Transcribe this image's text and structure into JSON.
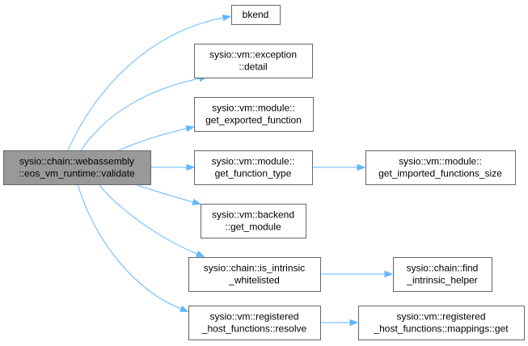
{
  "graph": {
    "root": {
      "id": "validate",
      "lines": [
        "sysio::chain::webassembly",
        "::eos_vm_runtime::validate"
      ]
    },
    "nodes": [
      {
        "id": "bkend",
        "lines": [
          "bkend"
        ]
      },
      {
        "id": "exception_detail",
        "lines": [
          "sysio::vm::exception",
          "::detail"
        ]
      },
      {
        "id": "get_exported_function",
        "lines": [
          "sysio::vm::module::",
          "get_exported_function"
        ]
      },
      {
        "id": "get_function_type",
        "lines": [
          "sysio::vm::module::",
          "get_function_type"
        ]
      },
      {
        "id": "get_imported_functions_size",
        "lines": [
          "sysio::vm::module::",
          "get_imported_functions_size"
        ]
      },
      {
        "id": "get_module",
        "lines": [
          "sysio::vm::backend",
          "::get_module"
        ]
      },
      {
        "id": "is_intrinsic_whitelisted",
        "lines": [
          "sysio::chain::is_intrinsic",
          "_whitelisted"
        ]
      },
      {
        "id": "find_intrinsic_helper",
        "lines": [
          "sysio::chain::find",
          "_intrinsic_helper"
        ]
      },
      {
        "id": "resolve",
        "lines": [
          "sysio::vm::registered",
          "_host_functions::resolve"
        ]
      },
      {
        "id": "mappings_get",
        "lines": [
          "sysio::vm::registered",
          "_host_functions::mappings::get"
        ]
      }
    ],
    "edges": [
      {
        "from": "validate",
        "to": "bkend"
      },
      {
        "from": "validate",
        "to": "exception_detail"
      },
      {
        "from": "validate",
        "to": "get_exported_function"
      },
      {
        "from": "validate",
        "to": "get_function_type"
      },
      {
        "from": "validate",
        "to": "get_module"
      },
      {
        "from": "validate",
        "to": "is_intrinsic_whitelisted"
      },
      {
        "from": "validate",
        "to": "resolve"
      },
      {
        "from": "get_function_type",
        "to": "get_imported_functions_size"
      },
      {
        "from": "is_intrinsic_whitelisted",
        "to": "find_intrinsic_helper"
      },
      {
        "from": "resolve",
        "to": "mappings_get"
      }
    ],
    "colors": {
      "edge": "#63b8ff",
      "root_fill": "#999999",
      "node_border": "#666666",
      "node_fill": "#ffffff"
    }
  }
}
